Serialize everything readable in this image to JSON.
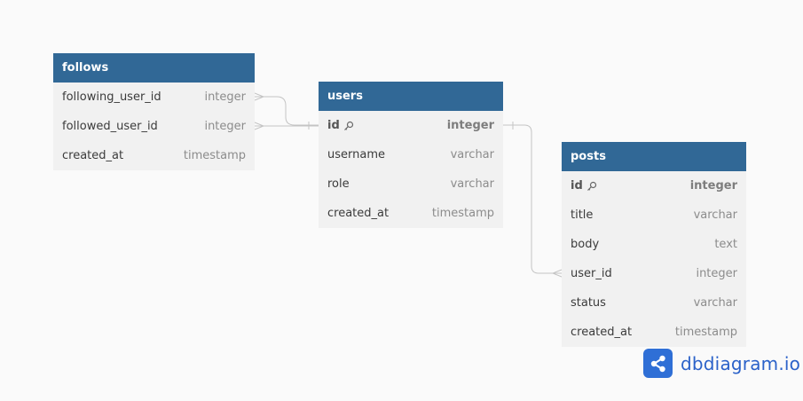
{
  "tables": {
    "follows": {
      "name": "follows",
      "columns": [
        {
          "name": "following_user_id",
          "type": "integer"
        },
        {
          "name": "followed_user_id",
          "type": "integer"
        },
        {
          "name": "created_at",
          "type": "timestamp"
        }
      ]
    },
    "users": {
      "name": "users",
      "columns": [
        {
          "name": "id",
          "type": "integer",
          "pk": true
        },
        {
          "name": "username",
          "type": "varchar"
        },
        {
          "name": "role",
          "type": "varchar"
        },
        {
          "name": "created_at",
          "type": "timestamp"
        }
      ]
    },
    "posts": {
      "name": "posts",
      "columns": [
        {
          "name": "id",
          "type": "integer",
          "pk": true
        },
        {
          "name": "title",
          "type": "varchar"
        },
        {
          "name": "body",
          "type": "text"
        },
        {
          "name": "user_id",
          "type": "integer"
        },
        {
          "name": "status",
          "type": "varchar"
        },
        {
          "name": "created_at",
          "type": "timestamp"
        }
      ]
    }
  },
  "brand": {
    "text": "dbdiagram.io",
    "icon": "share-icon"
  },
  "colors": {
    "header": "#316896",
    "table_body": "#f1f1f1",
    "background": "#fafafa",
    "connector": "#c4c4c4",
    "brand": "#2f6fd6"
  }
}
